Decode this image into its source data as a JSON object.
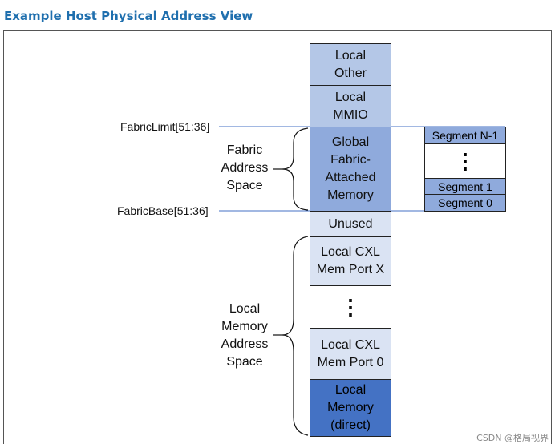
{
  "title": "Example Host Physical Address View",
  "stack": {
    "local_other": "Local\nOther",
    "local_mmio": "Local\nMMIO",
    "global_fabric": "Global\nFabric-\nAttached\nMemory",
    "unused": "Unused",
    "local_cxl_x": "Local CXL\nMem Port X",
    "ellipsis": "⋮",
    "local_cxl_0": "Local CXL\nMem Port 0",
    "local_memory_direct": "Local\nMemory\n(direct)"
  },
  "segments": {
    "seg_n1": "Segment N-1",
    "ellipsis": "⋮",
    "seg_1": "Segment 1",
    "seg_0": "Segment 0"
  },
  "labels": {
    "fabric_limit": "FabricLimit[51:36]",
    "fabric_base": "FabricBase[51:36]",
    "fabric_space": "Fabric\nAddress\nSpace",
    "local_space": "Local\nMemory\nAddress\nSpace"
  },
  "watermark": "CSDN @格局视界",
  "colors": {
    "title": "#1f6fae",
    "light_block": "#b4c7e7",
    "mid_block": "#8faadc",
    "pale_block": "#dae3f3",
    "dark_block": "#4472c4",
    "guide_line": "#4472c4"
  }
}
